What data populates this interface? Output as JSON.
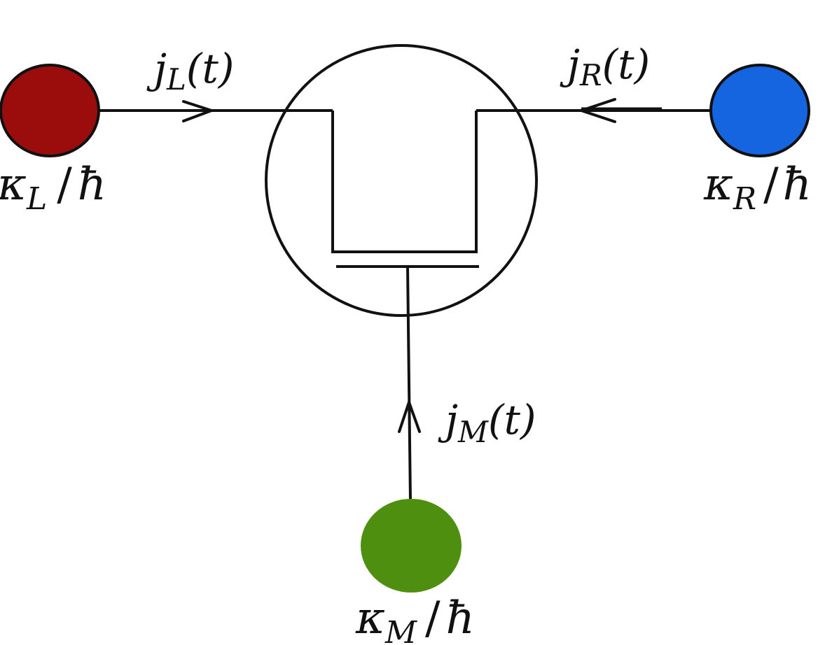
{
  "diagram": {
    "currents": {
      "left": {
        "symbol": "j",
        "subscript": "L",
        "argument": "(t)"
      },
      "right": {
        "symbol": "j",
        "subscript": "R",
        "argument": "(t)"
      },
      "middle": {
        "symbol": "j",
        "subscript": "M",
        "argument": "(t)"
      }
    },
    "reservoirs": {
      "left": {
        "symbol": "κ",
        "subscript": "L",
        "slash": "/",
        "hbar": "ħ",
        "color": "#9b0d0d"
      },
      "right": {
        "symbol": "κ",
        "subscript": "R",
        "slash": "/",
        "hbar": "ħ",
        "color": "#1565e0"
      },
      "middle": {
        "symbol": "κ",
        "subscript": "M",
        "slash": "/",
        "hbar": "ħ",
        "color": "#4f8f0f"
      }
    }
  }
}
